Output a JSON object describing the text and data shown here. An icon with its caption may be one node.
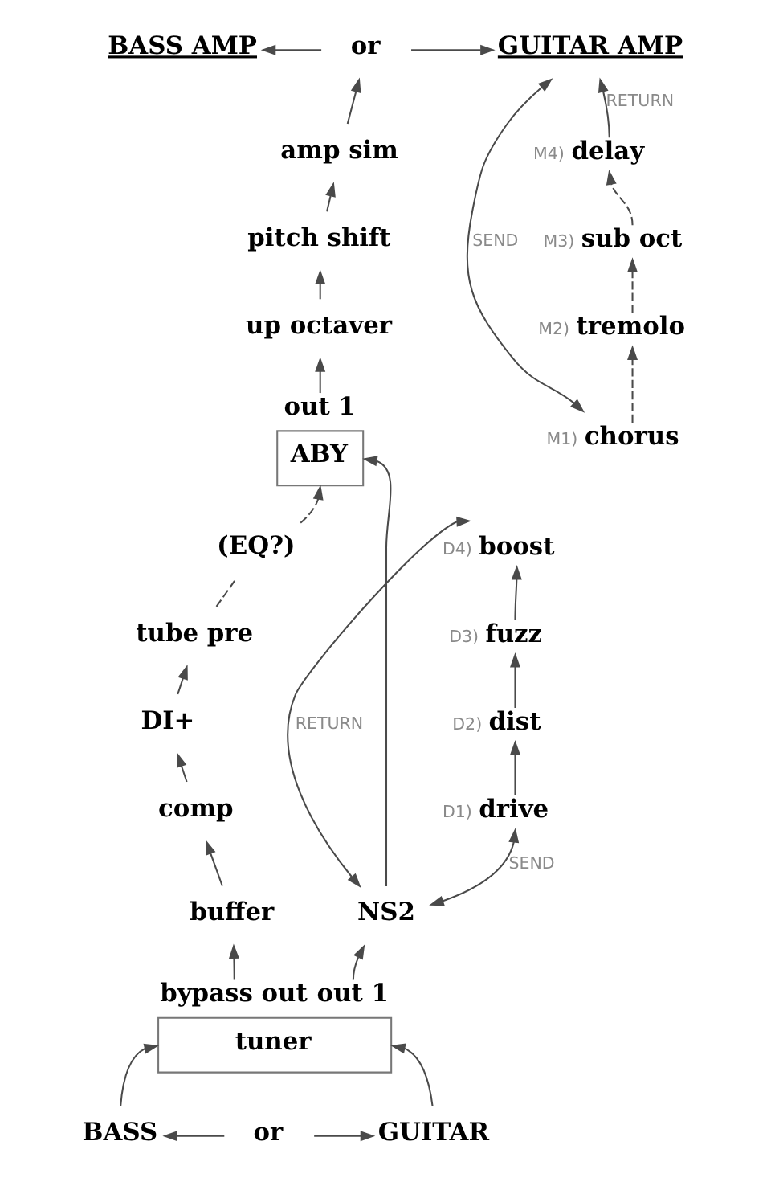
{
  "diagram": {
    "nodes": [
      {
        "text": [
          "BASS AMP"
        ]
      },
      {
        "text": [
          "or"
        ]
      },
      {
        "text": [
          "GUITAR AMP"
        ]
      },
      {
        "text": [
          "amp sim"
        ]
      },
      {
        "text": [
          "pitch shift"
        ]
      },
      {
        "text": [
          "up octaver"
        ]
      },
      {
        "text": [
          "delay"
        ],
        "beside": [
          "M4)"
        ]
      },
      {
        "text": [
          "ABY"
        ],
        "beside": [
          "out 1"
        ]
      },
      {
        "text": [
          "sub oct"
        ],
        "beside": [
          "M3)"
        ]
      },
      {
        "text": [
          "tremolo"
        ],
        "beside": [
          "M2)"
        ]
      },
      {
        "text": [
          "(EQ?)"
        ]
      },
      {
        "text": [
          "chorus"
        ],
        "beside": [
          "M1)"
        ]
      },
      {
        "text": [
          "tube pre"
        ]
      },
      {
        "text": [
          "boost"
        ],
        "beside": [
          "D4)"
        ]
      },
      {
        "text": [
          "fuzz"
        ],
        "beside": [
          "D3)"
        ]
      },
      {
        "text": [
          "DI+"
        ]
      },
      {
        "text": [
          "dist"
        ],
        "beside": [
          "D2)"
        ]
      },
      {
        "text": [
          "drive"
        ],
        "beside": [
          "D1)"
        ]
      },
      {
        "text": [
          "comp"
        ]
      },
      {
        "text": [
          "buffer"
        ]
      },
      {
        "text": [
          "NS2"
        ]
      },
      {
        "text": [
          "tuner"
        ],
        "beside": [
          "bypass out",
          "out 1"
        ]
      },
      {
        "text": [
          "BASS"
        ]
      },
      {
        "text": [
          "or"
        ]
      },
      {
        "text": [
          "GUITAR"
        ]
      }
    ],
    "edges": [
      {
        "from": 1,
        "to": 0,
        "arrow": "to"
      },
      {
        "from": 1,
        "to": 2,
        "arrow": "to"
      },
      {
        "from": 3,
        "to": 1,
        "arrow": "to"
      },
      {
        "from": 4,
        "to": 3,
        "arrow": "to"
      },
      {
        "from": 5,
        "to": 4,
        "arrow": "to"
      },
      {
        "from": 7,
        "to": 5,
        "arrow": "to"
      },
      {
        "from": 6,
        "to": 2,
        "arrow": "to",
        "label": "RETURN"
      },
      {
        "from": 8,
        "to": 6,
        "arrow": "to",
        "style": "dashed"
      },
      {
        "from": 9,
        "to": 8,
        "arrow": "to",
        "style": "dashed"
      },
      {
        "from": 11,
        "to": 9,
        "arrow": "to",
        "style": "dashed"
      },
      {
        "from": 2,
        "to": 11,
        "arrow": "both",
        "label": "SEND"
      },
      {
        "from": 12,
        "to": 10,
        "arrow": "none",
        "style": "dashed"
      },
      {
        "from": 10,
        "to": 7,
        "arrow": "to",
        "style": "dashed"
      },
      {
        "from": 20,
        "to": 7,
        "arrow": "to"
      },
      {
        "from": 17,
        "to": 16,
        "arrow": "to"
      },
      {
        "from": 16,
        "to": 14,
        "arrow": "to"
      },
      {
        "from": 14,
        "to": 13,
        "arrow": "to"
      },
      {
        "from": 13,
        "to": 20,
        "arrow": "both",
        "label": "RETURN"
      },
      {
        "from": 20,
        "to": 17,
        "arrow": "both",
        "label": "SEND"
      },
      {
        "from": 15,
        "to": 12,
        "arrow": "to"
      },
      {
        "from": 18,
        "to": 15,
        "arrow": "to"
      },
      {
        "from": 19,
        "to": 18,
        "arrow": "to"
      },
      {
        "from": 21,
        "to": 19,
        "arrow": "to"
      },
      {
        "from": 21,
        "to": 20,
        "arrow": "to"
      },
      {
        "from": 22,
        "to": 21,
        "arrow": "to"
      },
      {
        "from": 24,
        "to": 21,
        "arrow": "to"
      },
      {
        "from": 23,
        "to": 22,
        "arrow": "to"
      },
      {
        "from": 23,
        "to": 24,
        "arrow": "to"
      }
    ]
  }
}
